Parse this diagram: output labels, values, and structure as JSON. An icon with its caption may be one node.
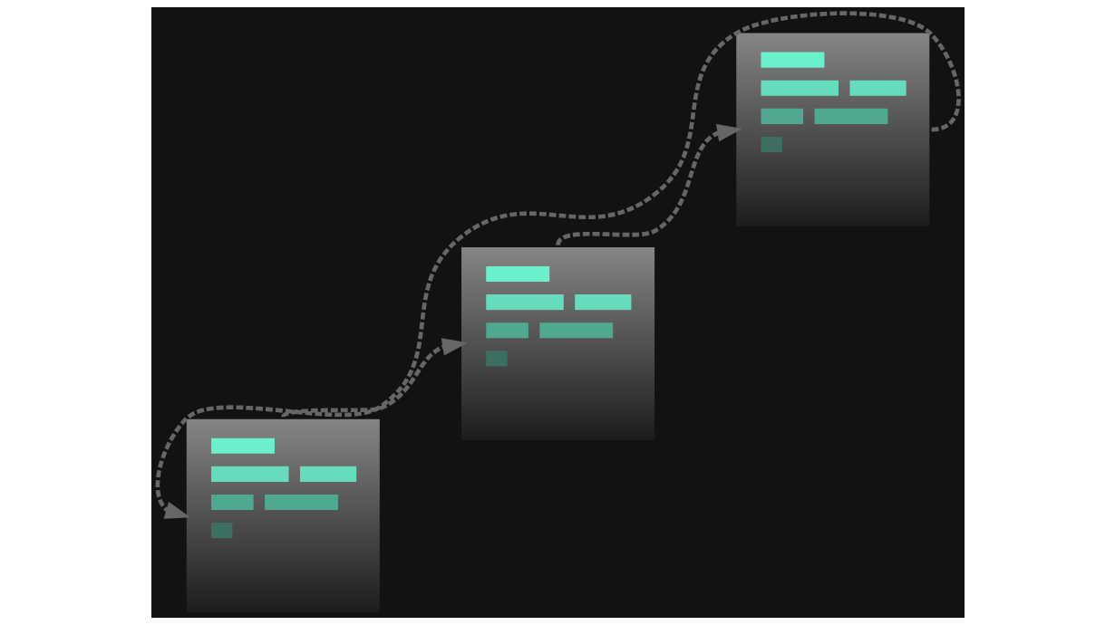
{
  "diagram": {
    "nodes": [
      {
        "text": [],
        "shape": "box"
      },
      {
        "text": [],
        "shape": "box"
      },
      {
        "text": [],
        "shape": "box"
      }
    ],
    "edges": [
      {
        "from": 0,
        "to": 1,
        "arrow": "to",
        "style": "dashed"
      },
      {
        "from": 1,
        "to": 2,
        "arrow": "to",
        "style": "dashed"
      },
      {
        "from": 2,
        "to": 0,
        "arrow": "to",
        "style": "dashed"
      }
    ]
  }
}
